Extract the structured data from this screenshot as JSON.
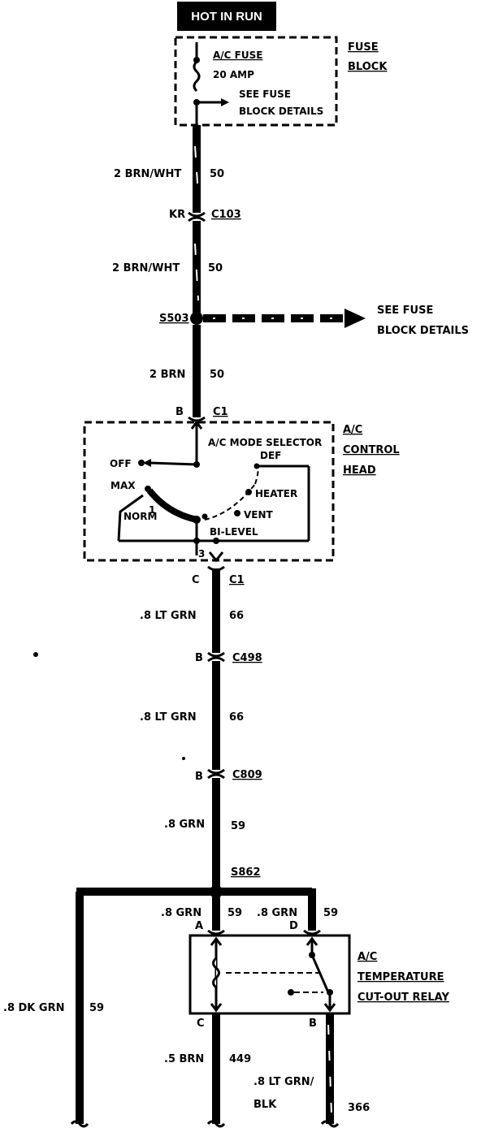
{
  "header": {
    "label": "HOT IN RUN"
  },
  "fuse_block": {
    "title_line1": "FUSE",
    "title_line2": "BLOCK",
    "fuse_name": "A/C FUSE",
    "rating": "20 AMP",
    "see_line1": "SEE FUSE",
    "see_line2": "BLOCK DETAILS"
  },
  "wires": {
    "w1_color": "2 BRN/WHT",
    "w1_circuit": "50",
    "w2_color": "2 BRN/WHT",
    "w2_circuit": "50",
    "w3_color": "2 BRN",
    "w3_circuit": "50",
    "w4_color": ".8 LT GRN",
    "w4_circuit": "66",
    "w5_color": ".8 LT GRN",
    "w5_circuit": "66",
    "w6_color": ".8 GRN",
    "w6_circuit": "59",
    "w7_color": ".8 GRN",
    "w7_circuit": "59",
    "w8_color": ".8 GRN",
    "w8_circuit": "59",
    "w9_color": ".8 DK GRN",
    "w9_circuit": "59",
    "w10_color": ".5 BRN",
    "w10_circuit": "449",
    "w11_color_line1": ".8 LT GRN/",
    "w11_color_line2": "BLK",
    "w11_circuit": "366"
  },
  "connectors": {
    "c103_pin": "KR",
    "c103_name": "C103",
    "c1_top_pin": "B",
    "c1_top_name": "C1",
    "c1_bot_pin": "C",
    "c1_bot_name": "C1",
    "c498_pin": "B",
    "c498_name": "C498",
    "c809_pin": "B",
    "c809_name": "C809",
    "relay_pin_a": "A",
    "relay_pin_d": "D",
    "relay_pin_c": "C",
    "relay_pin_b": "B"
  },
  "splices": {
    "s503": "S503",
    "s862": "S862",
    "s503_ref_line1": "SEE FUSE",
    "s503_ref_line2": "BLOCK DETAILS"
  },
  "control_head": {
    "title_line1": "A/C",
    "title_line2": "CONTROL",
    "title_line3": "HEAD",
    "selector_label": "A/C MODE SELECTOR",
    "pos_off": "OFF",
    "pos_max": "MAX",
    "pos_norm": "NORM",
    "pos_bilevel": "BI-LEVEL",
    "pos_vent": "VENT",
    "pos_heater": "HEATER",
    "pos_def": "DEF",
    "terminal_1": "1",
    "terminal_3": "3"
  },
  "relay": {
    "title_line1": "A/C",
    "title_line2": "TEMPERATURE",
    "title_line3": "CUT-OUT RELAY"
  }
}
